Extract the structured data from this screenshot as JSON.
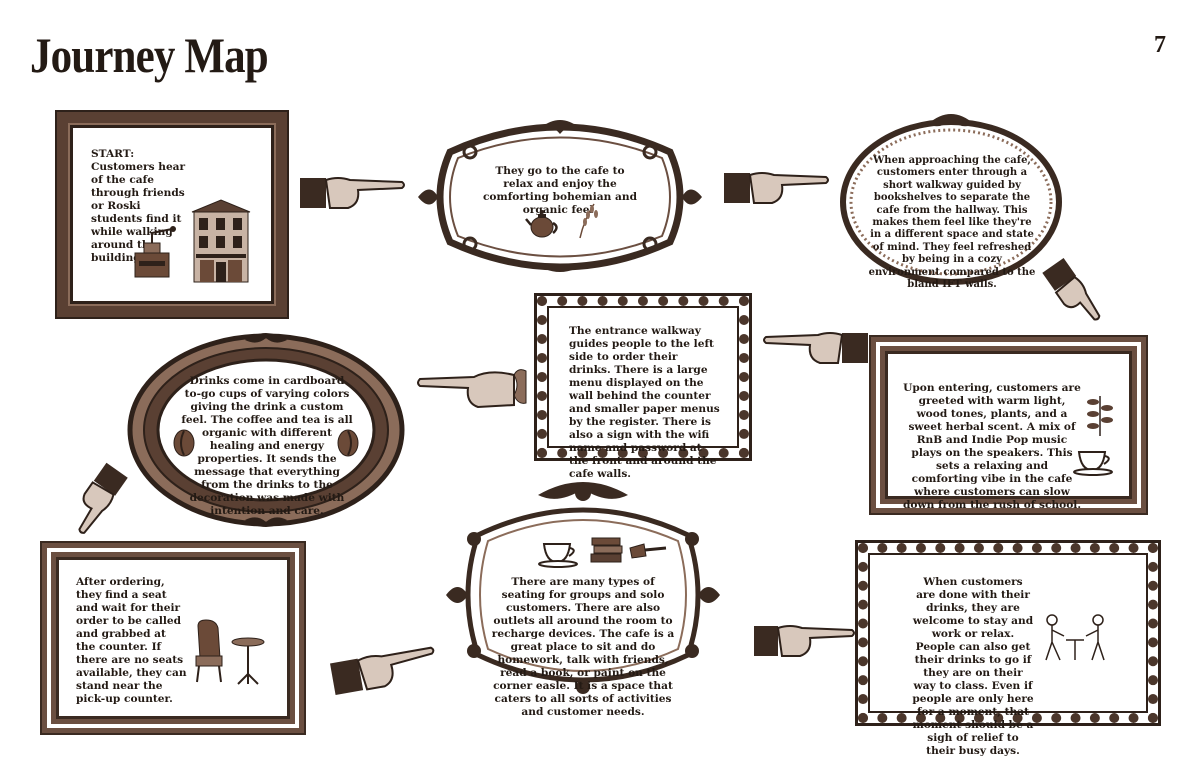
{
  "page": {
    "title": "Journey Map",
    "number": "7"
  },
  "colors": {
    "ink": "#231a14",
    "frame_dark": "#2e211a",
    "frame_mid": "#5a4033",
    "frame_light": "#8b6c5a",
    "paper": "#ffffff"
  },
  "steps": [
    {
      "text": "START: Customers hear of the cafe through friends or Roski students find it while walking around the building.",
      "icons": [
        "coffee-grinder-icon",
        "storefront-icon"
      ]
    },
    {
      "text": "They go to the cafe to relax and enjoy the comforting bohemian and organic feel.",
      "icons": [
        "teapot-icon",
        "wheat-icon"
      ]
    },
    {
      "text": "When approaching the cafe, customers enter through a short walkway guided by bookshelves to separate the cafe from the hallway. This makes them feel like they're in a different space and state of mind. They feel refreshed by being in a cozy environment compared to the bland IFT walls.",
      "icons": []
    },
    {
      "text": "The entrance walkway guides people to the left side to order their drinks. There is a large menu displayed on the wall behind the counter and smaller paper menus by the register. There is also a sign with the wifi name and password at the front and around the cafe walls.",
      "icons": []
    },
    {
      "text": "Upon entering, customers are greeted with warm light, wood tones, plants, and a sweet herbal scent. A mix of RnB and Indie Pop music plays on the speakers. This sets a relaxing and comforting vibe in the cafe where customers can slow down from the rush of school.",
      "icons": [
        "plant-icon",
        "teacup-icon"
      ]
    },
    {
      "text": "Drinks come in cardboard to-go cups of varying colors giving the drink a custom feel. The coffee and tea is all organic with different healing and energy properties. It sends the message that everything from the drinks to the decoration was made with intention and care.",
      "icons": [
        "coffee-bean-icon",
        "coffee-bean-icon"
      ]
    },
    {
      "text": "After ordering, they find a seat and wait for their order to be called and grabbed at the counter. If there are no seats available, they can stand near the pick-up counter.",
      "icons": [
        "armchair-icon",
        "side-table-icon"
      ]
    },
    {
      "text": "There are many types of seating for groups and solo customers. There are also outlets all around the room to recharge devices. The cafe is a great place to sit and do homework, talk with friends, read a book, or paint on the corner easle. It is a space that caters to all sorts of activities and customer needs.",
      "icons": [
        "teacup-icon",
        "books-icon",
        "paintbrush-icon"
      ]
    },
    {
      "text": "When customers are done with their drinks, they are welcome to stay and work or relax. People can also get their drinks to go if they are on their way to class. Even if people are only here for a moment, that moment should be a sigh of relief to their busy days.",
      "icons": [
        "people-at-table-icon"
      ]
    }
  ],
  "arrows": [
    "pointing-hand-icon",
    "pointing-hand-icon",
    "pointing-hand-icon",
    "pointing-hand-icon",
    "pointing-hand-icon",
    "pointing-hand-icon",
    "pointing-hand-icon",
    "pointing-hand-icon",
    "pointing-hand-icon"
  ]
}
